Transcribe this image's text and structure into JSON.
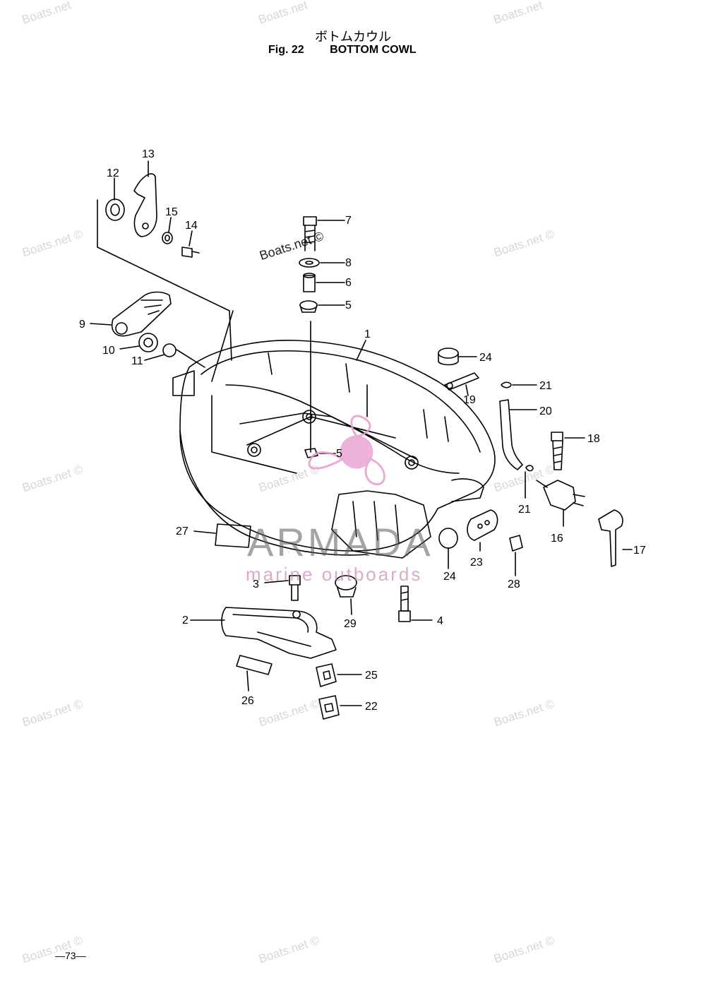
{
  "header": {
    "title_jp": "ボトムカウル",
    "fig_label": "Fig. 22",
    "fig_title": "BOTTOM COWL"
  },
  "watermarks": {
    "site": "Boats.net ©",
    "site_short": "Boats.net",
    "brand_name": "ARMADA",
    "brand_tagline": "marine outboards"
  },
  "colors": {
    "line": "#000000",
    "watermark_grey": "#d6d6d6",
    "logo_pink": "#e79ccf"
  },
  "callouts": [
    "1",
    "2",
    "3",
    "4",
    "5",
    "5",
    "6",
    "7",
    "8",
    "9",
    "10",
    "11",
    "12",
    "13",
    "14",
    "15",
    "16",
    "17",
    "18",
    "19",
    "20",
    "21",
    "21",
    "22",
    "23",
    "24",
    "24",
    "25",
    "26",
    "27",
    "28",
    "29"
  ],
  "page_number": "—73—"
}
